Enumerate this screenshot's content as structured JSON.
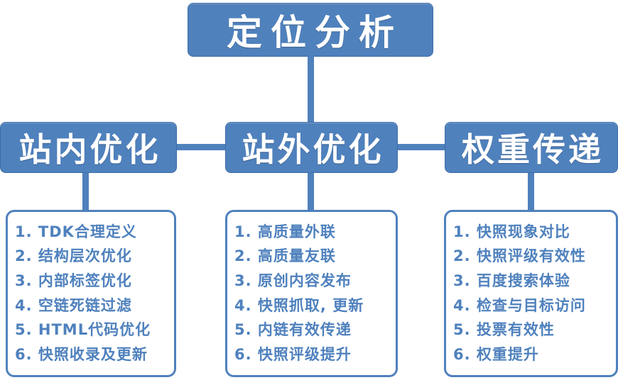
{
  "diagram": {
    "root": {
      "label": "定位分析"
    },
    "branches": [
      {
        "id": "onsite",
        "label": "站内优化",
        "items": [
          "1. TDK合理定义",
          "2. 结构层次优化",
          "3. 内部标签优化",
          "4. 空链死链过滤",
          "5. HTML代码优化",
          "6. 快照收录及更新"
        ]
      },
      {
        "id": "offsite",
        "label": "站外优化",
        "items": [
          "1. 高质量外联",
          "2. 高质量友联",
          "3. 原创内容发布",
          "4. 快照抓取, 更新",
          "5. 内链有效传递",
          "6. 快照评级提升"
        ]
      },
      {
        "id": "weight",
        "label": "权重传递",
        "items": [
          "1. 快照现象对比",
          "2. 快照评级有效性",
          "3. 百度搜索体验",
          "4. 检查与目标访问",
          "5. 投票有效性",
          "6. 权重提升"
        ]
      }
    ],
    "colors": {
      "node_fill": "#4f81bd",
      "node_border": "#3d6ea8",
      "node_text": "#ffffff",
      "connector": "#4f81bd",
      "panel_border": "#4f81bd",
      "panel_text": "#4f81bd",
      "background": "#ffffff"
    }
  }
}
